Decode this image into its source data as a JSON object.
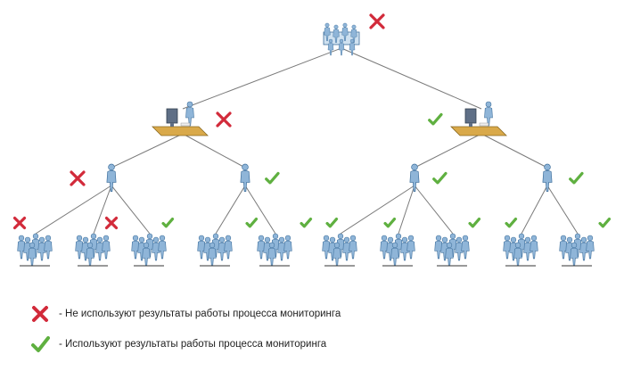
{
  "colors": {
    "person_fill": "#8fb5d8",
    "person_stroke": "#3e6f9c",
    "desk_fill": "#d9a94a",
    "monitor_fill": "#5f6f86",
    "connector": "#7a7a7a",
    "cross": "#d22a3a",
    "check": "#5fb040"
  },
  "icons": {
    "root": "team-meeting-icon",
    "manager": "person-at-desk-icon",
    "lead": "person-icon",
    "group": "group-of-people-icon",
    "not_used": "red-cross-icon",
    "used": "green-check-icon"
  },
  "tree": {
    "root": {
      "status": "cross"
    },
    "managers": [
      {
        "status": "cross",
        "leads": [
          {
            "status": "cross",
            "groups": [
              "cross",
              "cross",
              "check"
            ]
          },
          {
            "status": "check",
            "groups": [
              "check",
              "check"
            ]
          }
        ]
      },
      {
        "status": "check",
        "leads": [
          {
            "status": "check",
            "groups": [
              "check",
              "check",
              "check"
            ]
          },
          {
            "status": "check",
            "groups": [
              "check",
              "check"
            ]
          }
        ]
      }
    ]
  },
  "legend": {
    "not_used_text": "- Не используют результаты работы процесса мониторинга",
    "used_text": "- Используют результаты работы процесса мониторинга"
  }
}
